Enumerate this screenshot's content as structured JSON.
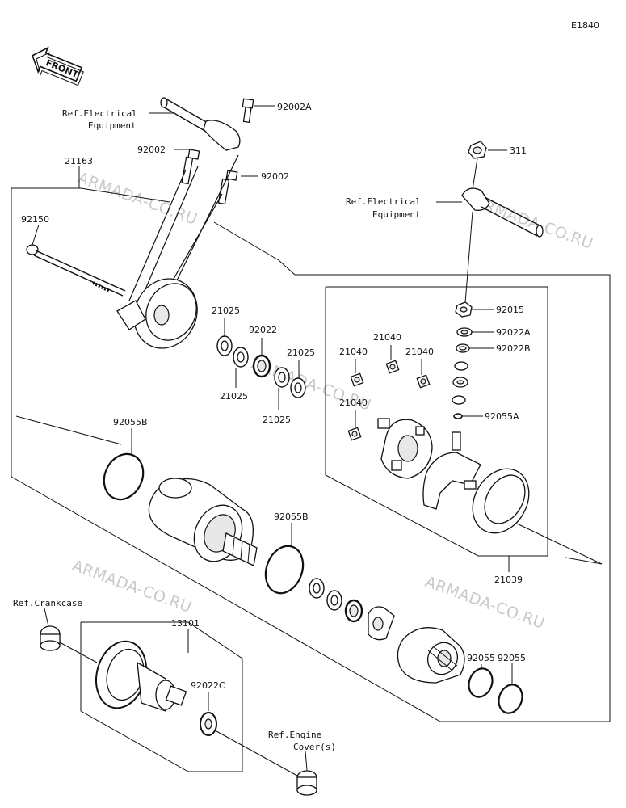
{
  "diagram_id": "E1840",
  "front_label": "FRONT",
  "watermark": "ARMADA-CO.RU",
  "refs": {
    "electrical_1_line1": "Ref.Electrical",
    "electrical_1_line2": "Equipment",
    "electrical_2_line1": "Ref.Electrical",
    "electrical_2_line2": "Equipment",
    "crankcase": "Ref.Crankcase",
    "engine_cover_line1": "Ref.Engine",
    "engine_cover_line2": "Cover(s)"
  },
  "parts": {
    "p92002A": "92002A",
    "p92002_a": "92002",
    "p92002_b": "92002",
    "p21163": "21163",
    "p92150": "92150",
    "p311": "311",
    "p92015": "92015",
    "p92022A": "92022A",
    "p92022B": "92022B",
    "p92055A": "92055A",
    "p21025_a": "21025",
    "p92022": "92022",
    "p21025_b": "21025",
    "p21025_c": "21025",
    "p21025_d": "21025",
    "p21040_a": "21040",
    "p21040_b": "21040",
    "p21040_c": "21040",
    "p21040_d": "21040",
    "p92055B_a": "92055B",
    "p92055B_b": "92055B",
    "p21039": "21039",
    "p13101": "13101",
    "p92022C": "92022C",
    "p92055_a": "92055",
    "p92055_b": "92055"
  }
}
